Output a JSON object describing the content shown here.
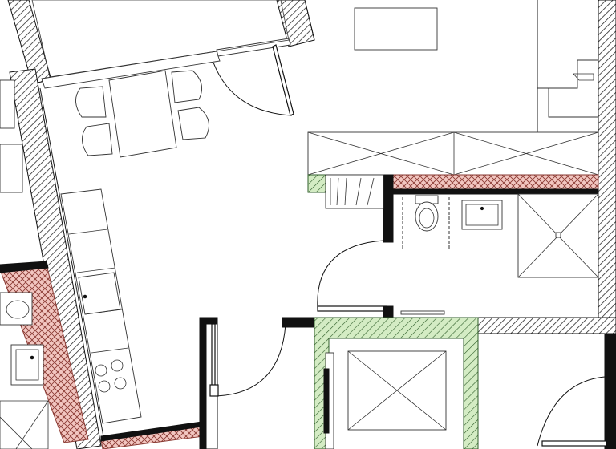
{
  "drawing": {
    "colors": {
      "background": "#ffffff",
      "line": "#1a1a1a",
      "wall_hatch": "#2b2b2b",
      "insulation_fill": "#f2c6c0",
      "insulation_line": "#8a3a33",
      "shaft_fill": "#d4ecc4",
      "shaft_line": "#2f5e2a"
    },
    "hatch_patterns": [
      "diagonal-concrete",
      "crosshatch-insulation",
      "diagonal-shaft"
    ]
  }
}
